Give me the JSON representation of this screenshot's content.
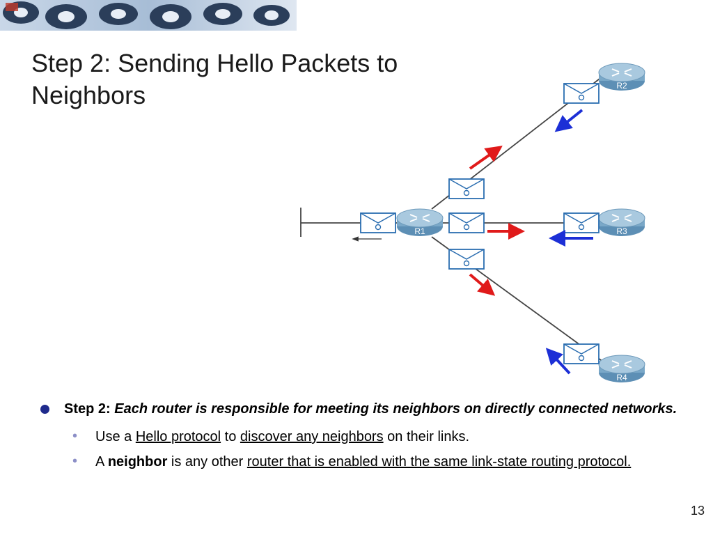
{
  "slide": {
    "title_line1": "Step 2: Sending Hello Packets to",
    "title_line2": "Neighbors",
    "page_number": "13"
  },
  "diagram": {
    "routers": [
      {
        "id": "R1",
        "label": "R1"
      },
      {
        "id": "R2",
        "label": "R2"
      },
      {
        "id": "R3",
        "label": "R3"
      },
      {
        "id": "R4",
        "label": "R4"
      }
    ],
    "colors": {
      "router_fill": "#7aa8c8",
      "router_top": "#a9c9df",
      "link": "#444444",
      "hello_outgoing": "#e01a1a",
      "hello_incoming": "#1c2fd6",
      "envelope_stroke": "#2a6db0"
    }
  },
  "bullets": {
    "main_label": "Step 2:",
    "main_text": "Each router is responsible for meeting its neighbors on directly connected networks.",
    "sub1": {
      "pre": "Use a",
      "link1": "Hello protocol",
      "mid": "to",
      "link2": "discover any neighbors",
      "post": "on their links."
    },
    "sub2": {
      "pre": "A",
      "bold": "neighbor",
      "mid": "is any other",
      "link": "router that is enabled with the same link-state routing protocol."
    }
  }
}
